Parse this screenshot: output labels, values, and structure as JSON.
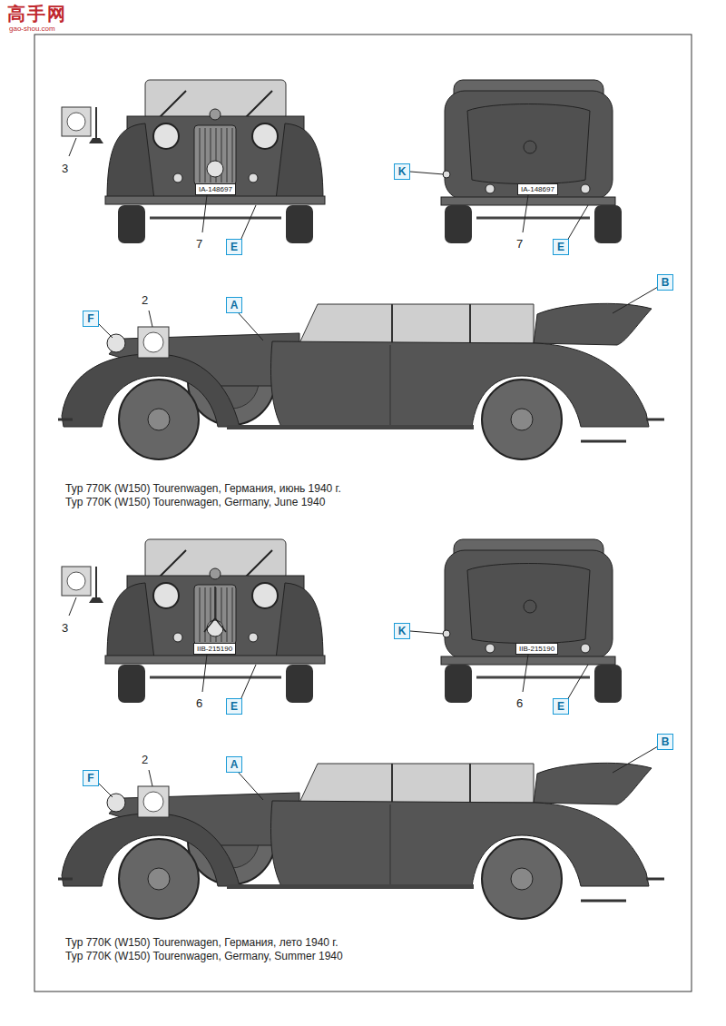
{
  "diagram": {
    "nodes": [
      {
        "text": [
          "K"
        ]
      },
      {
        "text": [
          "E"
        ]
      },
      {
        "text": [
          "E"
        ]
      },
      {
        "text": [
          "B"
        ]
      },
      {
        "text": [
          "A"
        ]
      },
      {
        "text": [
          "F"
        ]
      },
      {
        "text": [
          "K"
        ]
      },
      {
        "text": [
          "E"
        ]
      },
      {
        "text": [
          "E"
        ]
      },
      {
        "text": [
          "B"
        ]
      },
      {
        "text": [
          "A"
        ]
      },
      {
        "text": [
          "F"
        ]
      }
    ],
    "labels": [
      "高手网",
      "gao-shou.com",
      "3",
      "IA-148697",
      "7",
      "IA-148697",
      "7",
      "2",
      "Typ 770K (W150) Tourenwagen, Германия, июнь 1940 г.",
      "Typ 770K (W150) Tourenwagen, Germany, June 1940",
      "3",
      "IIB-215190",
      "6",
      "IIB-215190",
      "6",
      "2",
      "Typ 770K (W150) Tourenwagen, Германия, лето 1940 г.",
      "Typ 770K (W150) Tourenwagen, Germany, Summer 1940"
    ]
  }
}
